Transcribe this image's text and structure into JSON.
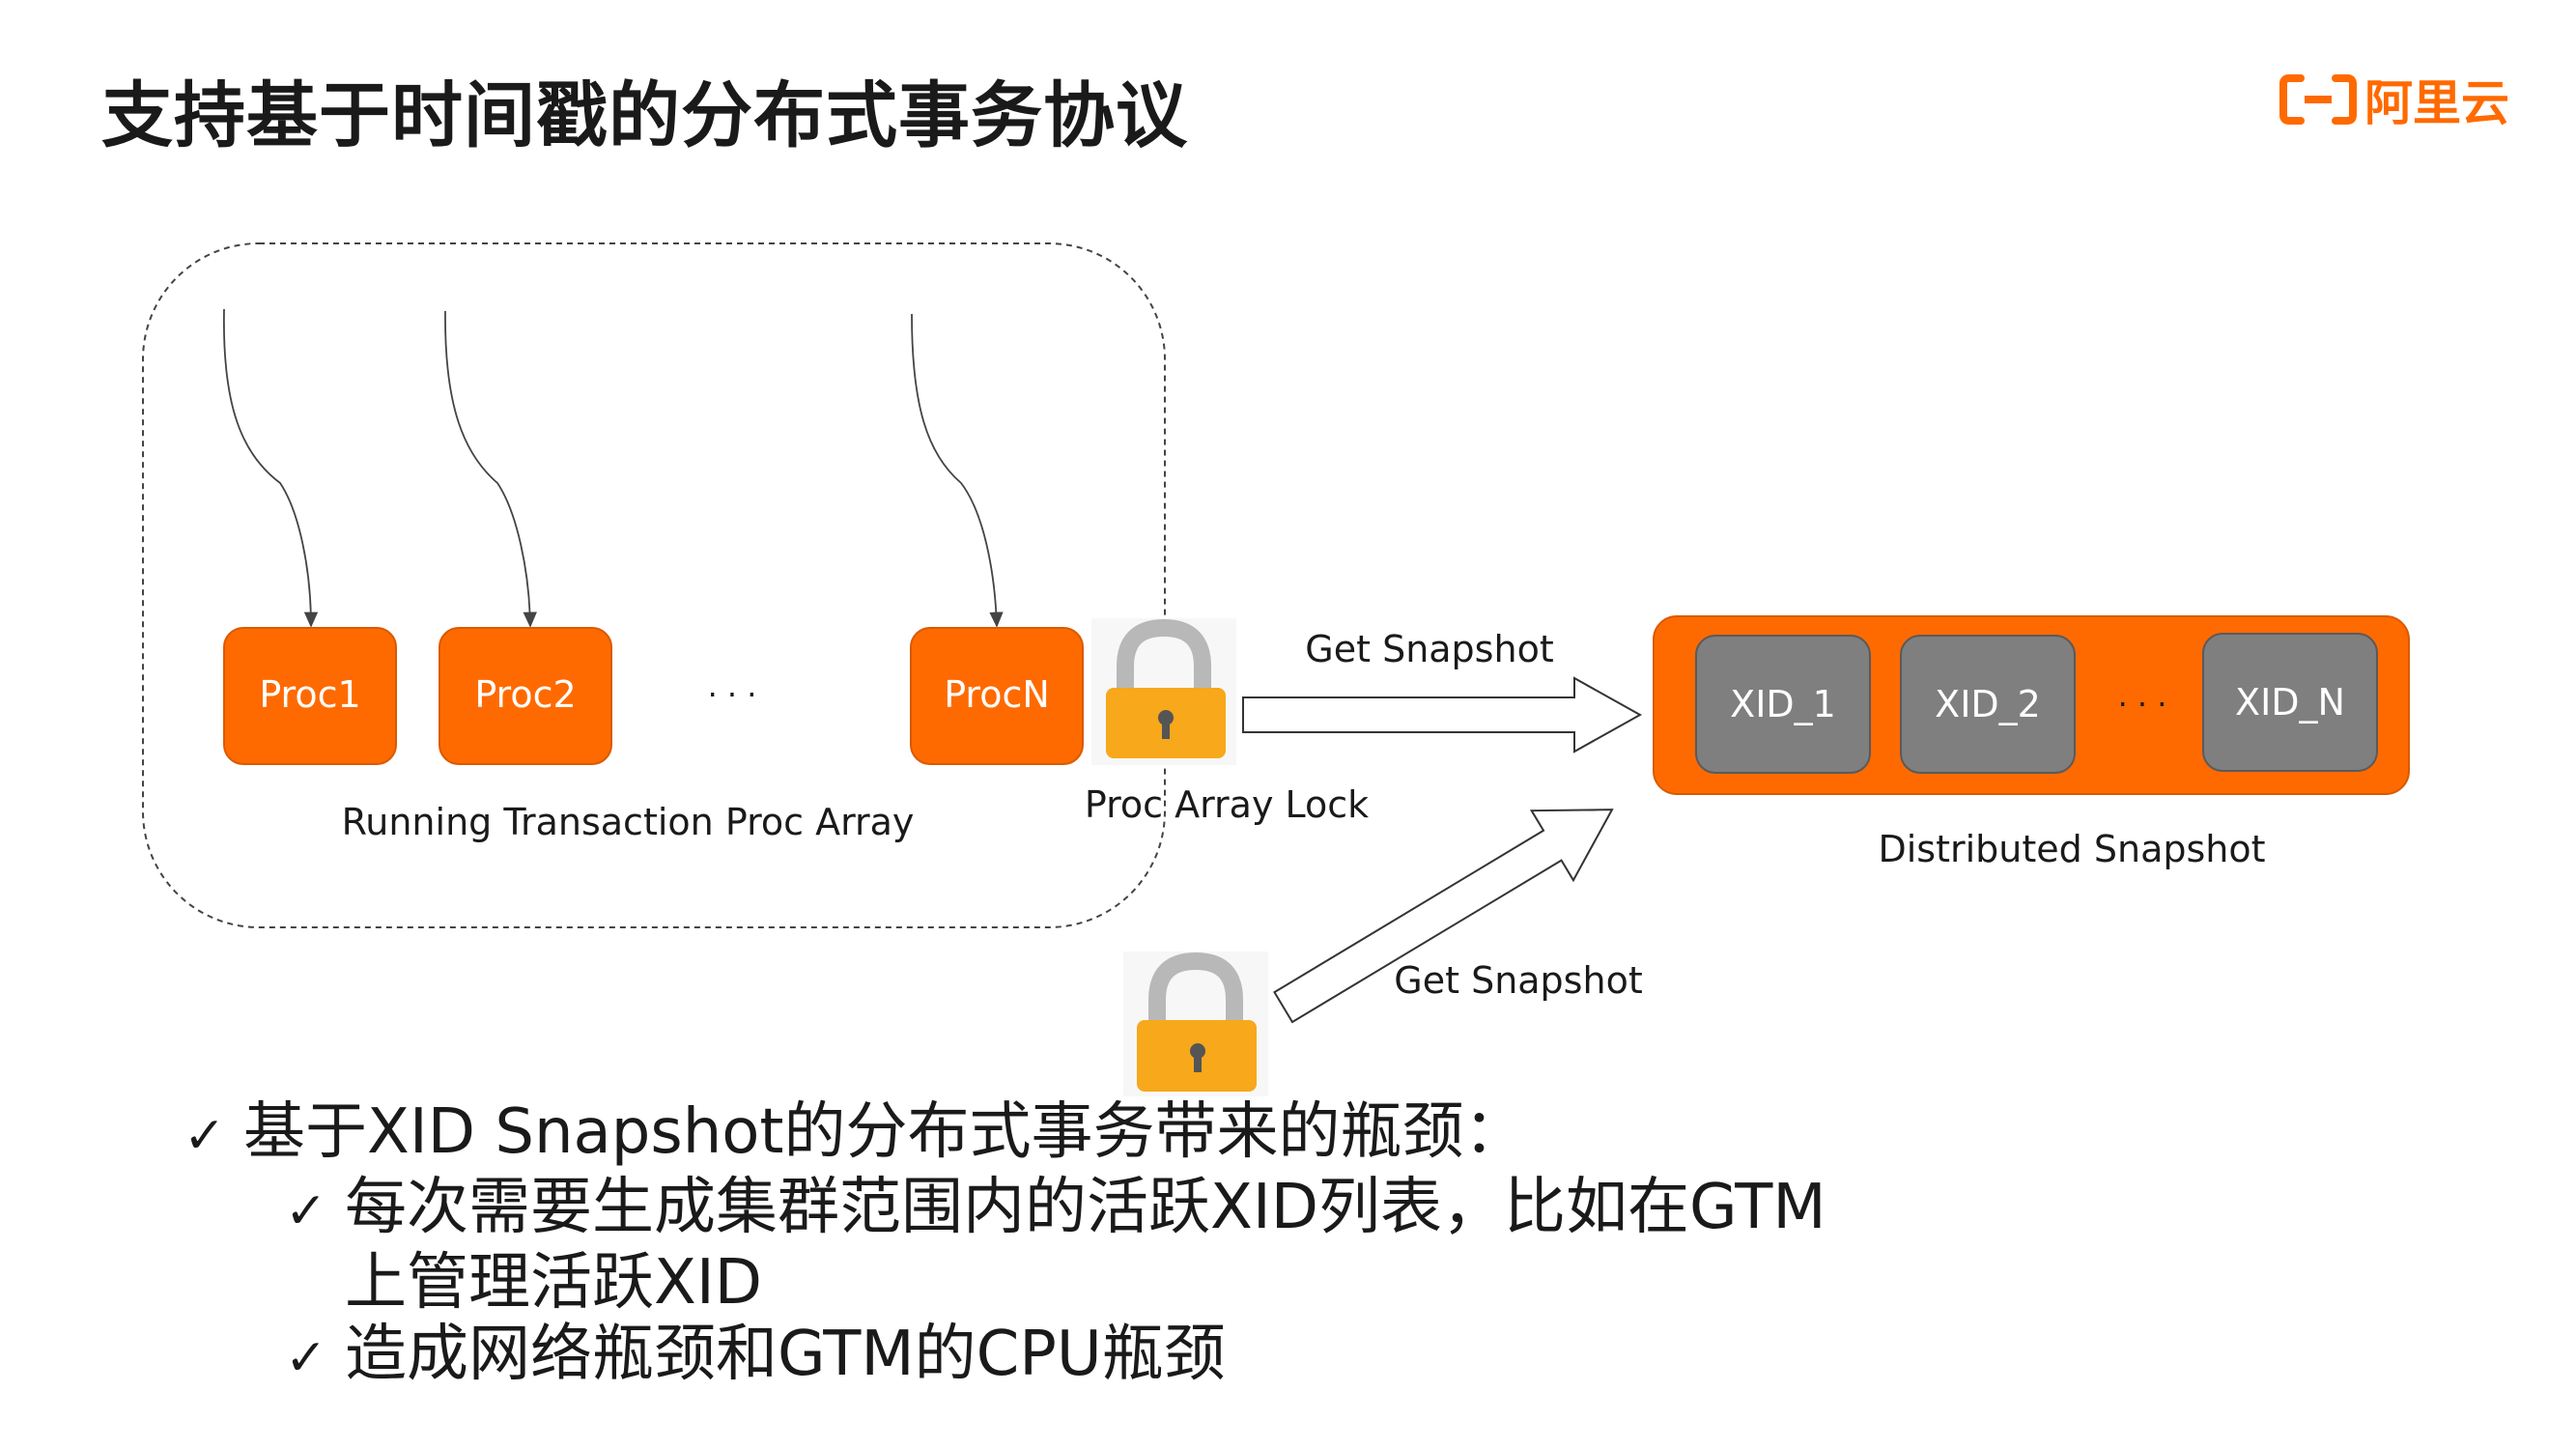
{
  "title": "支持基于时间戳的分布式事务协议",
  "logo": {
    "text": "阿里云",
    "icon": "aliyun-bracket-icon",
    "color": "#ff6a00"
  },
  "diagram": {
    "procs": [
      "Proc1",
      "Proc2",
      "ProcN"
    ],
    "proc_ellipsis": "· · ·",
    "proc_array_label": "Running Transaction Proc Array",
    "lock_label": "Proc Array Lock",
    "arrow_top_label": "Get Snapshot",
    "arrow_bottom_label": "Get Snapshot",
    "xids": [
      "XID_1",
      "XID_2",
      "XID_N"
    ],
    "xid_ellipsis": "· · ·",
    "snapshot_label": "Distributed Snapshot",
    "colors": {
      "orange": "#ff6a00",
      "gray": "#7f7f7f",
      "lock_body": "#f7a81b",
      "lock_shackle": "#b8b8b8"
    }
  },
  "bullets": [
    {
      "check": "✓",
      "text": "基于XID Snapshot的分布式事务带来的瓶颈："
    },
    {
      "check": "✓",
      "text": "每次需要生成集群范围内的活跃XID列表，比如在GTM"
    },
    {
      "text": "上管理活跃XID"
    },
    {
      "check": "✓",
      "text": "造成网络瓶颈和GTM的CPU瓶颈"
    }
  ]
}
